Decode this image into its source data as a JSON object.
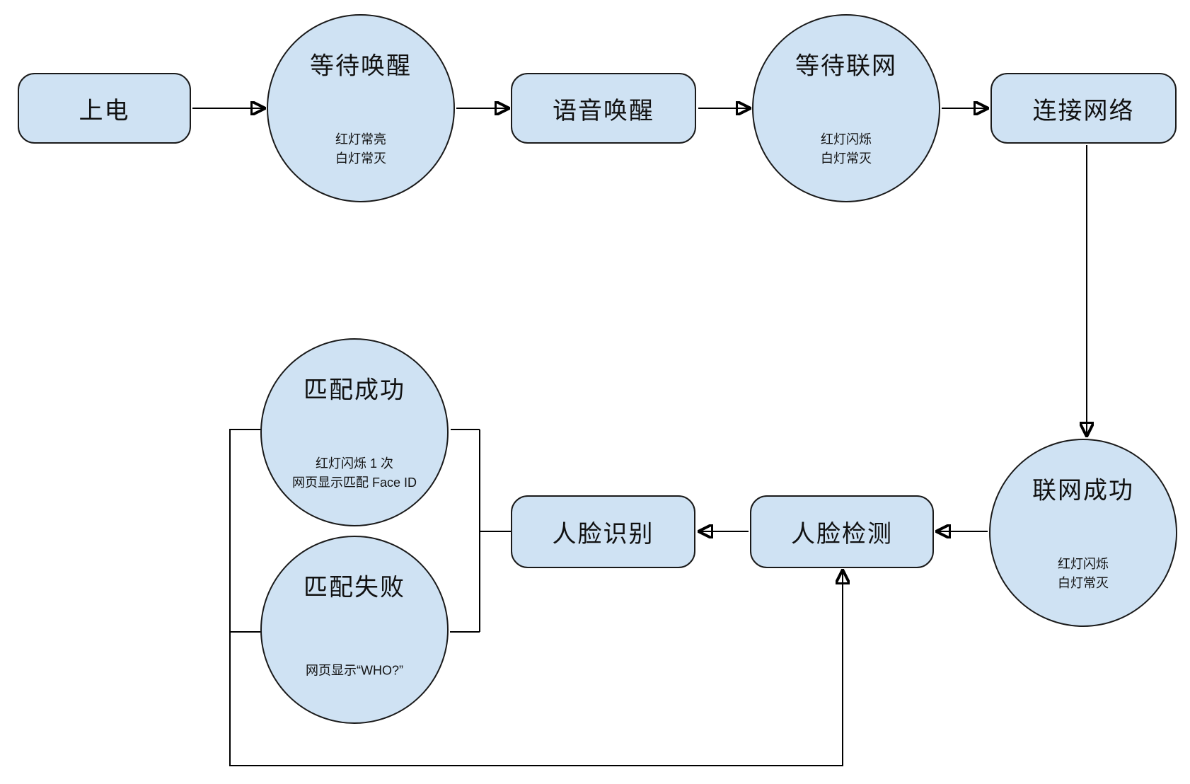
{
  "palette": {
    "node_fill": "#cfe2f3",
    "node_border": "#1a1a1a",
    "line_color": "#000000",
    "background": "#ffffff"
  },
  "nodes": {
    "power_on": {
      "label": "上电"
    },
    "wait_wake": {
      "label": "等待唤醒",
      "sub1": "红灯常亮",
      "sub2": "白灯常灭"
    },
    "voice_wake": {
      "label": "语音唤醒"
    },
    "wait_network": {
      "label": "等待联网",
      "sub1": "红灯闪烁",
      "sub2": "白灯常灭"
    },
    "connect_network": {
      "label": "连接网络"
    },
    "network_success": {
      "label": "联网成功",
      "sub1": "红灯闪烁",
      "sub2": "白灯常灭"
    },
    "face_detect": {
      "label": "人脸检测"
    },
    "face_recognize": {
      "label": "人脸识别"
    },
    "match_success": {
      "label": "匹配成功",
      "sub1": "红灯闪烁 1 次",
      "sub2": "网页显示匹配 Face ID"
    },
    "match_fail": {
      "label": "匹配失败",
      "sub1": "网页显示“WHO?”"
    }
  },
  "edges": [
    {
      "from": "power_on",
      "to": "wait_wake",
      "arrow": true
    },
    {
      "from": "wait_wake",
      "to": "voice_wake",
      "arrow": true
    },
    {
      "from": "voice_wake",
      "to": "wait_network",
      "arrow": true
    },
    {
      "from": "wait_network",
      "to": "connect_network",
      "arrow": true
    },
    {
      "from": "connect_network",
      "to": "network_success",
      "arrow": true
    },
    {
      "from": "network_success",
      "to": "face_detect",
      "arrow": true
    },
    {
      "from": "face_detect",
      "to": "face_recognize",
      "arrow": true
    },
    {
      "from": "face_recognize",
      "to": "match_success",
      "arrow": false
    },
    {
      "from": "face_recognize",
      "to": "match_fail",
      "arrow": false
    },
    {
      "from": "match_success",
      "to": "face_detect",
      "arrow": true
    },
    {
      "from": "match_fail",
      "to": "face_detect",
      "arrow": true
    }
  ]
}
